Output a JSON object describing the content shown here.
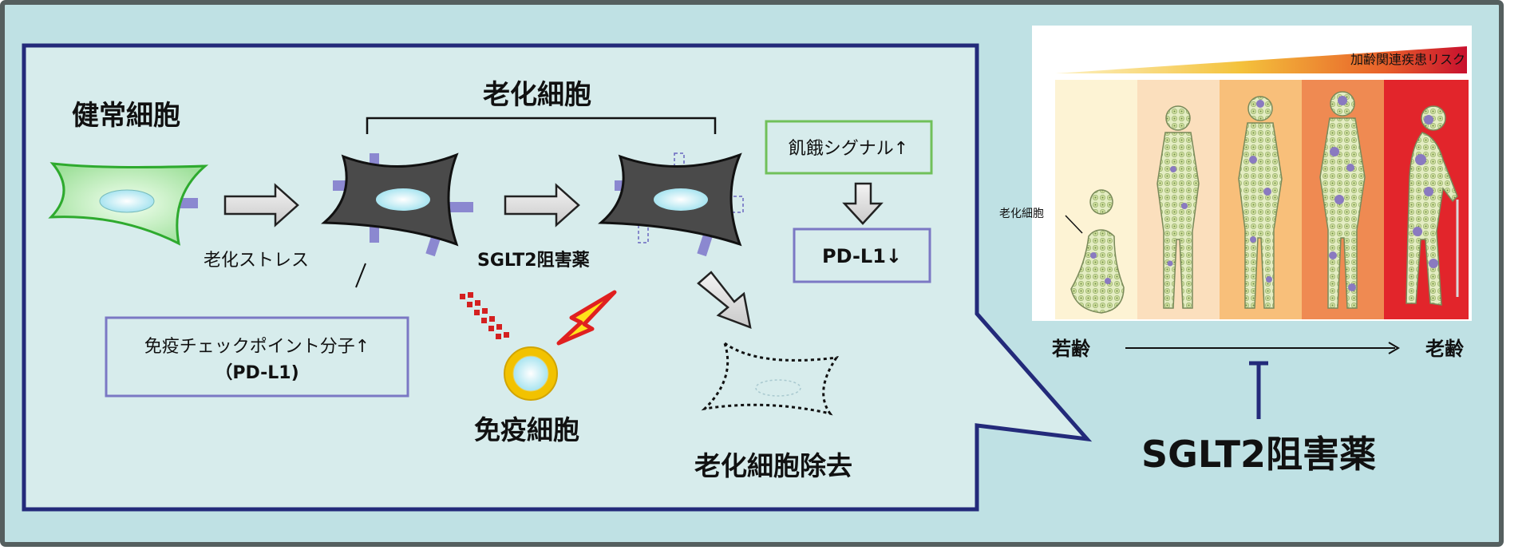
{
  "left_panel": {
    "healthy_cell": "健常細胞",
    "senescent_cells": "老化細胞",
    "aging_stress": "老化ストレス",
    "sglt2_arrow": "SGLT2阻害薬",
    "checkpoint_line1": "免疫チェックポイント分子↑",
    "checkpoint_line2": "（PD-L1)",
    "starvation_signal": "飢餓シグナル↑",
    "pdl1_down": "PD-L1↓",
    "immune_cell": "免疫細胞",
    "senescent_removal": "老化細胞除去"
  },
  "right_panel": {
    "risk_label": "加齢関連疾患リスク",
    "senescent_cell_label": "老化細胞",
    "young": "若齢",
    "old": "老齢",
    "inhibitor": "SGLT2阻害薬"
  },
  "colors": {
    "outer_border": "#555f5f",
    "panel_bg": "#bfe1e4",
    "inner_bg": "#d7ecec",
    "bubble_border": "#232a7a",
    "receptor": "#8b88d0",
    "healthy_green": "#2eaa2e",
    "dark_cell": "#4a4a4a",
    "starvation_box": "#70c05a",
    "pdl1_box": "#7b78c4",
    "immune_yellow": "#f2c200",
    "bolt_red": "#e02020"
  }
}
